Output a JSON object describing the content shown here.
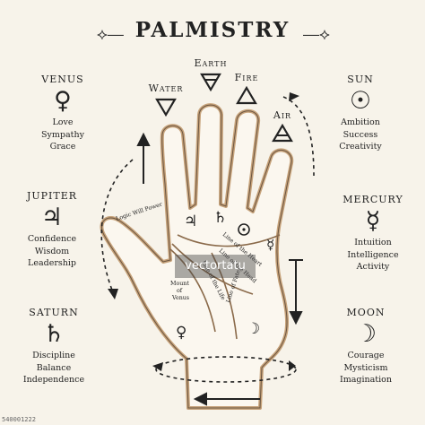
{
  "title": "PALMISTRY",
  "planets_left": [
    {
      "name": "VENUS",
      "symbol": "♀",
      "keywords": [
        "Love",
        "Sympathy",
        "Grace"
      ]
    },
    {
      "name": "JUPITER",
      "symbol": "♃",
      "keywords": [
        "Confidence",
        "Wisdom",
        "Leadership"
      ]
    },
    {
      "name": "SATURN",
      "symbol": "♄",
      "keywords": [
        "Discipline",
        "Balance",
        "Independence"
      ]
    }
  ],
  "planets_right": [
    {
      "name": "SUN",
      "symbol": "☉",
      "keywords": [
        "Ambition",
        "Success",
        "Creativity"
      ]
    },
    {
      "name": "MERCURY",
      "symbol": "☿",
      "keywords": [
        "Intuition",
        "Intelligence",
        "Activity"
      ]
    },
    {
      "name": "MOON",
      "symbol": "☽",
      "keywords": [
        "Courage",
        "Mysticism",
        "Imagination"
      ]
    }
  ],
  "elements": {
    "water": "Water",
    "earth": "Earth",
    "fire": "Fire",
    "air": "Air"
  },
  "palm": {
    "logic_will_power": "Logic Will Power",
    "line_of_heart": "Line of the Heart",
    "line_of_head": "Line of the Head",
    "line_of_life": "Line of the Life",
    "line_of_fate": "Line of Fate",
    "mount_of_venus": [
      "Mount",
      "of",
      "Venus"
    ],
    "symbols": {
      "jupiter": "♃",
      "saturn": "♄",
      "mercury": "☿",
      "venus": "♀",
      "moon": "☽"
    }
  },
  "watermark": "vectortatu",
  "corner_id": "540001222",
  "colors": {
    "hand_outline": "#c6a27a",
    "ink": "#222222",
    "background": "#f7f3ea"
  }
}
